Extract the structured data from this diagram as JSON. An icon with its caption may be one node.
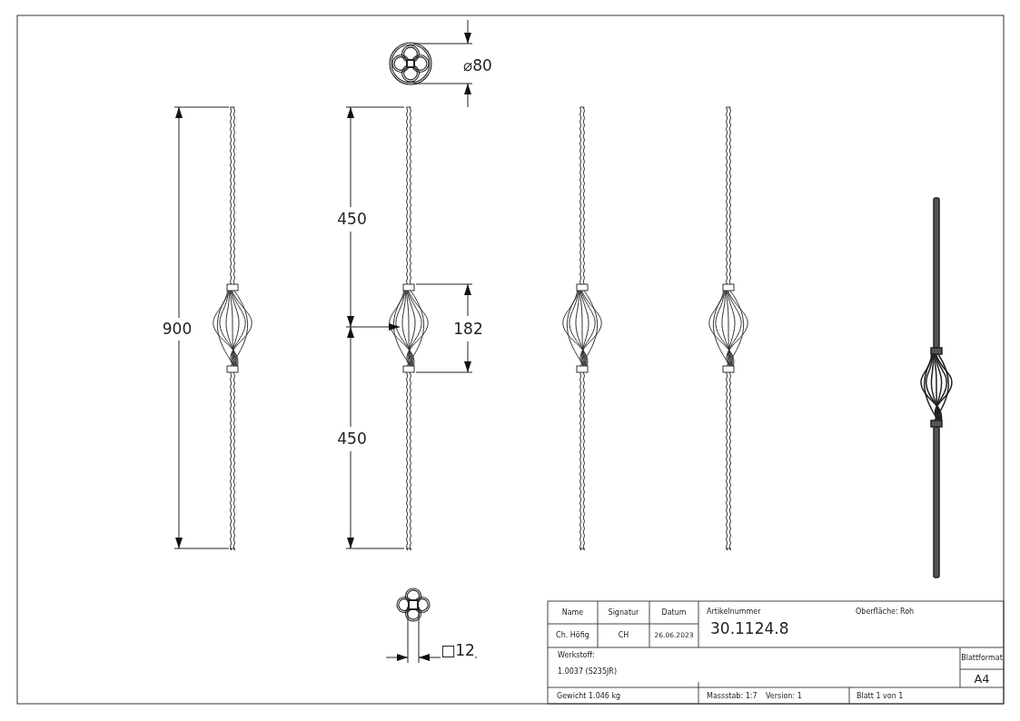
{
  "diagram": {
    "labels": [
      "⌀80",
      "900",
      "450",
      "182",
      "450",
      "□12",
      "Name",
      "Signatur",
      "Datum",
      "Artikelnummer",
      "Oberfläche:",
      "Roh",
      "Ch. Höfig",
      "CH",
      "26.06.2023",
      "30.1124.8",
      "Werkstoff:",
      "1.0037 (S235JR)",
      "Blattformat",
      "A4",
      "Gewicht 1.046 kg",
      "Massstab: 1:7",
      "Version: 1",
      "Blatt 1 von 1"
    ]
  }
}
